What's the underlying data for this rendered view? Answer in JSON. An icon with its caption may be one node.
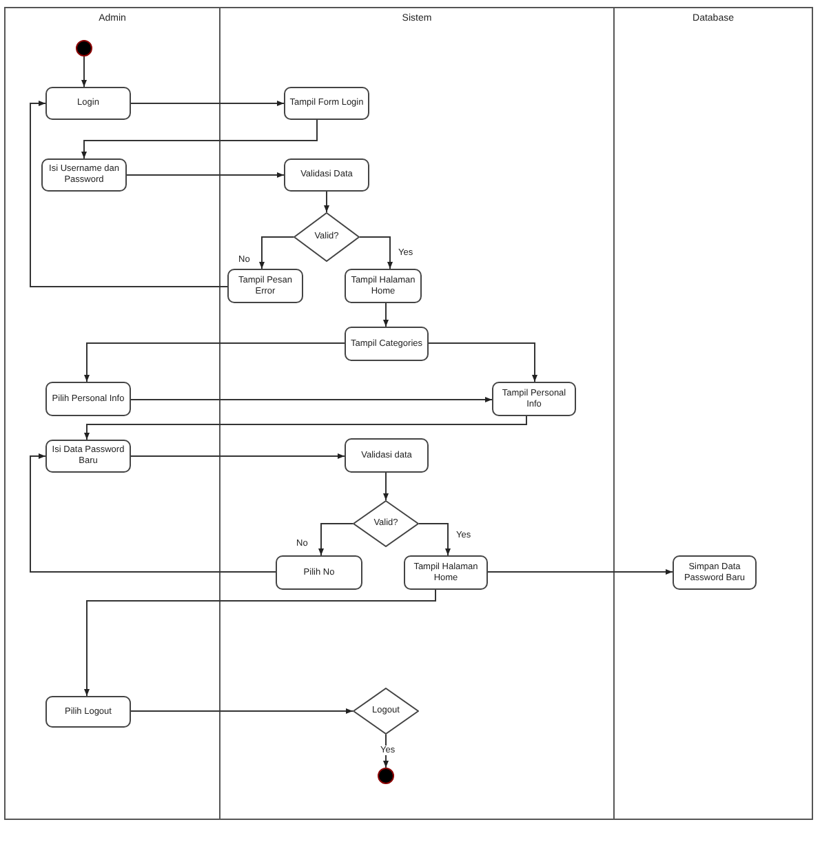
{
  "diagram": {
    "nodes": [
      {
        "text": [
          "Admin"
        ]
      },
      {
        "text": [
          "Sistem"
        ]
      },
      {
        "text": [
          "Database"
        ]
      },
      {
        "text": [],
        "shape": "circle",
        "in": 0
      },
      {
        "text": [
          "Login"
        ],
        "in": 0
      },
      {
        "text": [
          "Tampil Form Login"
        ],
        "in": 1
      },
      {
        "text": [
          "Isi Username dan Password"
        ],
        "in": 0
      },
      {
        "text": [
          "Validasi Data"
        ],
        "in": 1
      },
      {
        "text": [
          "Valid?"
        ],
        "in": 1
      },
      {
        "text": [
          "Tampil Pesan Error"
        ],
        "in": 1
      },
      {
        "text": [
          "Tampil Halaman Home"
        ],
        "in": 1
      },
      {
        "text": [
          "Tampil Categories"
        ],
        "in": 1
      },
      {
        "text": [
          "Pilih Personal Info"
        ],
        "in": 0
      },
      {
        "text": [
          "Tampil Personal Info"
        ],
        "in": 1
      },
      {
        "text": [
          "Isi Data Password Baru"
        ],
        "in": 0
      },
      {
        "text": [
          "Validasi data"
        ],
        "in": 1
      },
      {
        "text": [
          "Valid?"
        ],
        "in": 1
      },
      {
        "text": [
          "Pilih No"
        ],
        "in": 1
      },
      {
        "text": [
          "Tampil Halaman Home"
        ],
        "in": 1
      },
      {
        "text": [
          "Simpan Data Password Baru"
        ],
        "in": 2
      },
      {
        "text": [
          "Pilih Logout"
        ],
        "in": 0
      },
      {
        "text": [
          "Logout"
        ],
        "in": 1
      },
      {
        "text": [],
        "shape": "circle",
        "in": 1
      }
    ],
    "edges": [
      {
        "from": 3,
        "to": 4,
        "arrow": "to"
      },
      {
        "from": 4,
        "to": 5,
        "arrow": "to"
      },
      {
        "from": 5,
        "to": 6,
        "arrow": "to"
      },
      {
        "from": 6,
        "to": 7,
        "arrow": "to"
      },
      {
        "from": 7,
        "to": 8,
        "arrow": "to"
      },
      {
        "from": 8,
        "to": 9,
        "arrow": "to",
        "label": "No"
      },
      {
        "from": 8,
        "to": 10,
        "arrow": "to",
        "label": "Yes"
      },
      {
        "from": 9,
        "to": 4,
        "arrow": "to"
      },
      {
        "from": 10,
        "to": 11,
        "arrow": "to"
      },
      {
        "from": 11,
        "to": 12,
        "arrow": "to"
      },
      {
        "from": 11,
        "to": 13,
        "arrow": "to"
      },
      {
        "from": 12,
        "to": 13,
        "arrow": "to"
      },
      {
        "from": 13,
        "to": 14,
        "arrow": "to"
      },
      {
        "from": 14,
        "to": 15,
        "arrow": "to"
      },
      {
        "from": 15,
        "to": 16,
        "arrow": "to"
      },
      {
        "from": 16,
        "to": 17,
        "arrow": "to",
        "label": "No"
      },
      {
        "from": 16,
        "to": 18,
        "arrow": "to",
        "label": "Yes"
      },
      {
        "from": 17,
        "to": 14,
        "arrow": "to"
      },
      {
        "from": 18,
        "to": 19,
        "arrow": "to"
      },
      {
        "from": 18,
        "to": 20,
        "arrow": "to"
      },
      {
        "from": 20,
        "to": 21,
        "arrow": "to"
      },
      {
        "from": 21,
        "to": 22,
        "arrow": "to",
        "label": "Yes"
      }
    ]
  }
}
